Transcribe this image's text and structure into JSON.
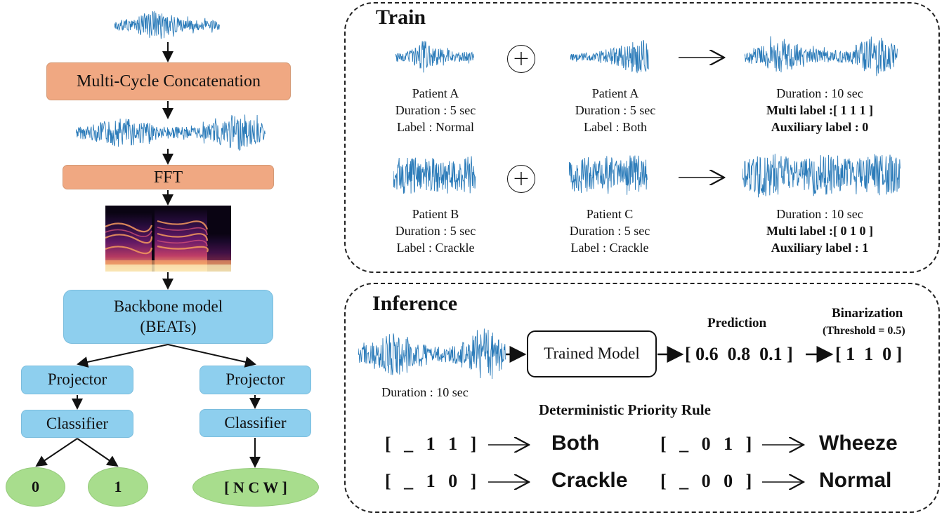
{
  "pipeline": {
    "concat_label": "Multi-Cycle Concatenation",
    "fft_label": "FFT",
    "backbone_line1": "Backbone model",
    "backbone_line2": "(BEATs)",
    "branch_left": {
      "projector": "Projector",
      "classifier": "Classifier",
      "out_a": "0",
      "out_b": "1"
    },
    "branch_right": {
      "projector": "Projector",
      "classifier": "Classifier",
      "out": "[ N C W ]"
    }
  },
  "train": {
    "title": "Train",
    "row1": {
      "a": [
        "Patient A",
        "Duration : 5 sec",
        "Label : Normal"
      ],
      "b": [
        "Patient A",
        "Duration : 5 sec",
        "Label : Both"
      ],
      "result": [
        "Duration : 10 sec",
        "Multi label :[ 1 1 1 ]",
        "Auxiliary label : 0"
      ]
    },
    "row2": {
      "a": [
        "Patient B",
        "Duration : 5 sec",
        "Label : Crackle"
      ],
      "b": [
        "Patient C",
        "Duration : 5 sec",
        "Label : Crackle"
      ],
      "result": [
        "Duration : 10 sec",
        "Multi label :[ 0 1 0 ]",
        "Auxiliary label : 1"
      ]
    }
  },
  "inference": {
    "title": "Inference",
    "input_duration": "Duration : 10 sec",
    "model_label": "Trained Model",
    "prediction_label": "Prediction",
    "prediction_value": "[ 0.6  0.8  0.1 ]",
    "binarization_label": "Binarization",
    "threshold_label": "(Threshold = 0.5)",
    "binarized_value": "[ 1  1  0 ]",
    "rule_title": "Deterministic Priority Rule",
    "rules": [
      {
        "code": "[ _ 1 1 ]",
        "result": "Both"
      },
      {
        "code": "[ _ 0 1 ]",
        "result": "Wheeze"
      },
      {
        "code": "[ _ 1 0 ]",
        "result": "Crackle"
      },
      {
        "code": "[ _ 0 0 ]",
        "result": "Normal"
      }
    ]
  },
  "colors": {
    "waveform": "#2b7bb9",
    "orange_box": "#f0a882",
    "blue_box": "#8ecfee",
    "green_ellipse": "#a8dd8d"
  }
}
